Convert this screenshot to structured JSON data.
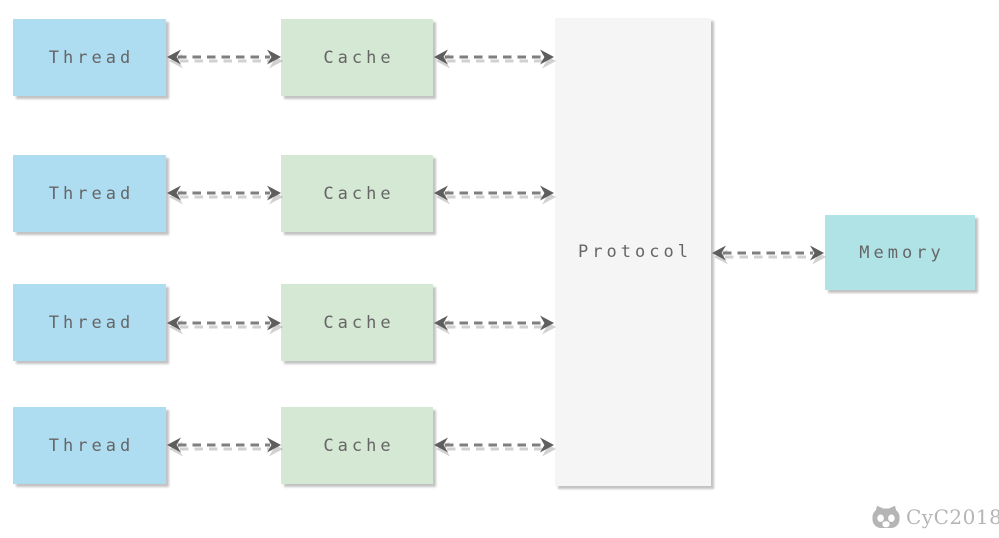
{
  "diagram": {
    "threads": [
      {
        "label": "Thread"
      },
      {
        "label": "Thread"
      },
      {
        "label": "Thread"
      },
      {
        "label": "Thread"
      }
    ],
    "caches": [
      {
        "label": "Cache"
      },
      {
        "label": "Cache"
      },
      {
        "label": "Cache"
      },
      {
        "label": "Cache"
      }
    ],
    "protocol": {
      "label": "Protocol"
    },
    "memory": {
      "label": "Memory"
    }
  },
  "watermark": {
    "text": "CyC2018",
    "icon": "github-octocat-icon"
  },
  "colors": {
    "canvas_bg": "#ffffff",
    "thread_fill": "#aedcf0",
    "cache_fill": "#d5e8d4",
    "protocol_fill": "#f5f5f5",
    "memory_fill": "#b0e3e6",
    "label_text": "#666666",
    "arrow_dash": "#7f7f7f",
    "arrow_head": "#5e5e5e",
    "watermark": "#b5b5b5"
  }
}
